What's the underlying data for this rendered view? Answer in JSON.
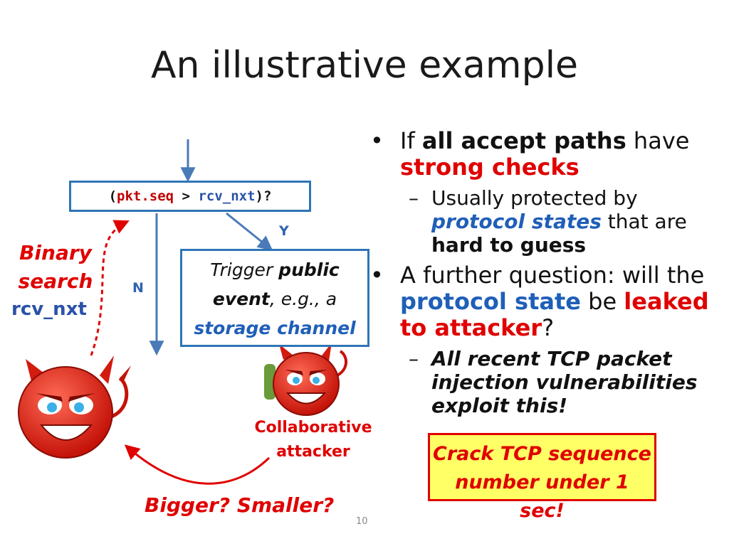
{
  "title": "An illustrative example",
  "diagram": {
    "condition": {
      "open": "(",
      "var1": "pkt.seq",
      "op": " > ",
      "var2": "rcv_nxt",
      "close": ")?"
    },
    "yes_label": "Y",
    "no_label": "N",
    "trigger": {
      "t1": "Trigger ",
      "t2": "public",
      "t3": "event",
      "t4": ", e.g., a",
      "t5": "storage channel"
    },
    "binary_search": {
      "line1": "Binary",
      "line2": "search"
    },
    "rcv_label": "rcv_nxt",
    "collab": {
      "line1": "Collaborative",
      "line2": "attacker"
    },
    "bigger_smaller": "Bigger? Smaller?",
    "colors": {
      "box_border": "#2e75b6",
      "arrow": "#4a7ab8",
      "accent_red": "#e00000"
    }
  },
  "bullets": {
    "b1": {
      "p1": "If ",
      "p2": "all accept paths",
      "p3": " have ",
      "p4": "strong checks"
    },
    "b1_sub": {
      "p1": "Usually protected by ",
      "p2": "protocol states",
      "p3": " that are ",
      "p4": "hard to guess"
    },
    "b2": {
      "p1": "A further question: will the ",
      "p2": "protocol state",
      "p3": " be ",
      "p4": "leaked to attacker",
      "p5": "?"
    },
    "b2_sub": "All recent TCP packet injection vulnerabilities exploit this!",
    "bullet_glyph": "•",
    "dash_glyph": "–"
  },
  "callout": {
    "line1": "Crack TCP sequence",
    "line2": "number under 1 sec!"
  },
  "page_number": "10"
}
